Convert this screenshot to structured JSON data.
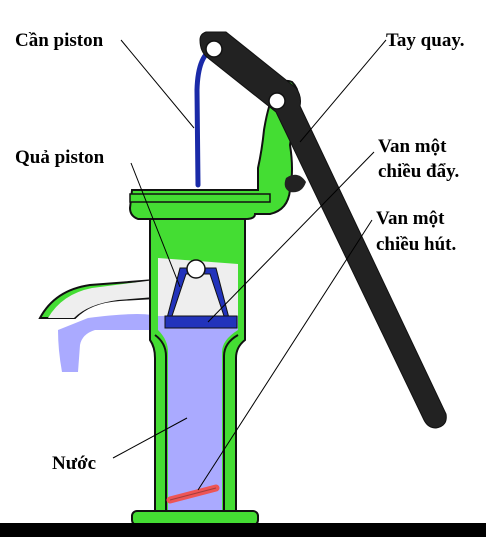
{
  "labels": {
    "piston_rod": "Cần piston",
    "handle": "Tay quay.",
    "piston_ball": "Quả piston",
    "push_valve_line1": "Van một",
    "push_valve_line2": "chiều đẩy.",
    "suction_valve_line1": "Van một",
    "suction_valve_line2": "chiều hút.",
    "water": "Nước"
  },
  "colors": {
    "pump_body": "#44dd33",
    "outline": "#111111",
    "water": "#aaaaff",
    "piston_rod": "#1a2aa8",
    "piston": "#2233bb",
    "handle": "#222222",
    "suction_valve": "#ee5555",
    "interior": "#eeeeee"
  }
}
